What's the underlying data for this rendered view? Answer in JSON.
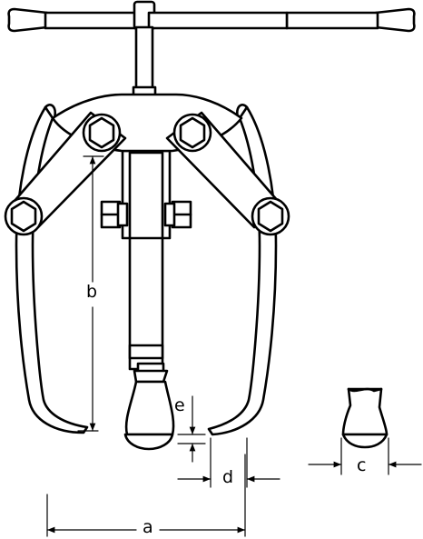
{
  "dimension_labels": {
    "a": "a",
    "b": "b",
    "c": "c",
    "d": "d",
    "e": "e"
  },
  "colors": {
    "stroke": "#000000",
    "background": "#ffffff"
  }
}
